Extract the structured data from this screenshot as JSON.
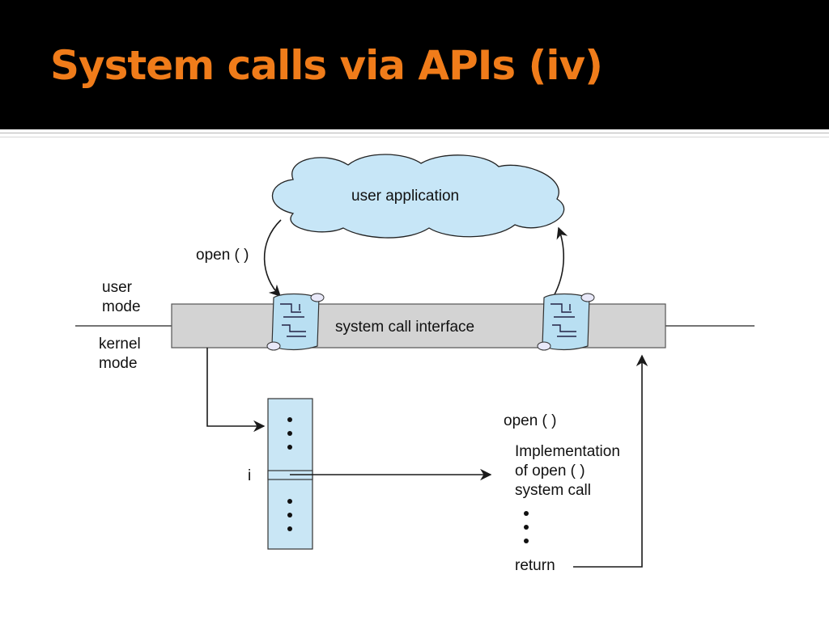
{
  "slide": {
    "title": "System calls via APIs (iv)"
  },
  "diagram": {
    "cloud_label": "user application",
    "call_label": "open ( )",
    "user_mode": [
      "user",
      "mode"
    ],
    "kernel_mode": [
      "kernel",
      "mode"
    ],
    "interface_label": "system call interface",
    "table_index_label": "i",
    "impl_heading": "open ( )",
    "impl_lines": [
      "Implementation",
      "of open ( )",
      "system call"
    ],
    "return_label": "return",
    "colors": {
      "title": "#f07c1a",
      "cloud_fill": "#c7e6f7",
      "interface_bar": "#d3d3d3",
      "table_fill": "#c9e6f5",
      "scroll_icon": "#b9dff2"
    }
  }
}
